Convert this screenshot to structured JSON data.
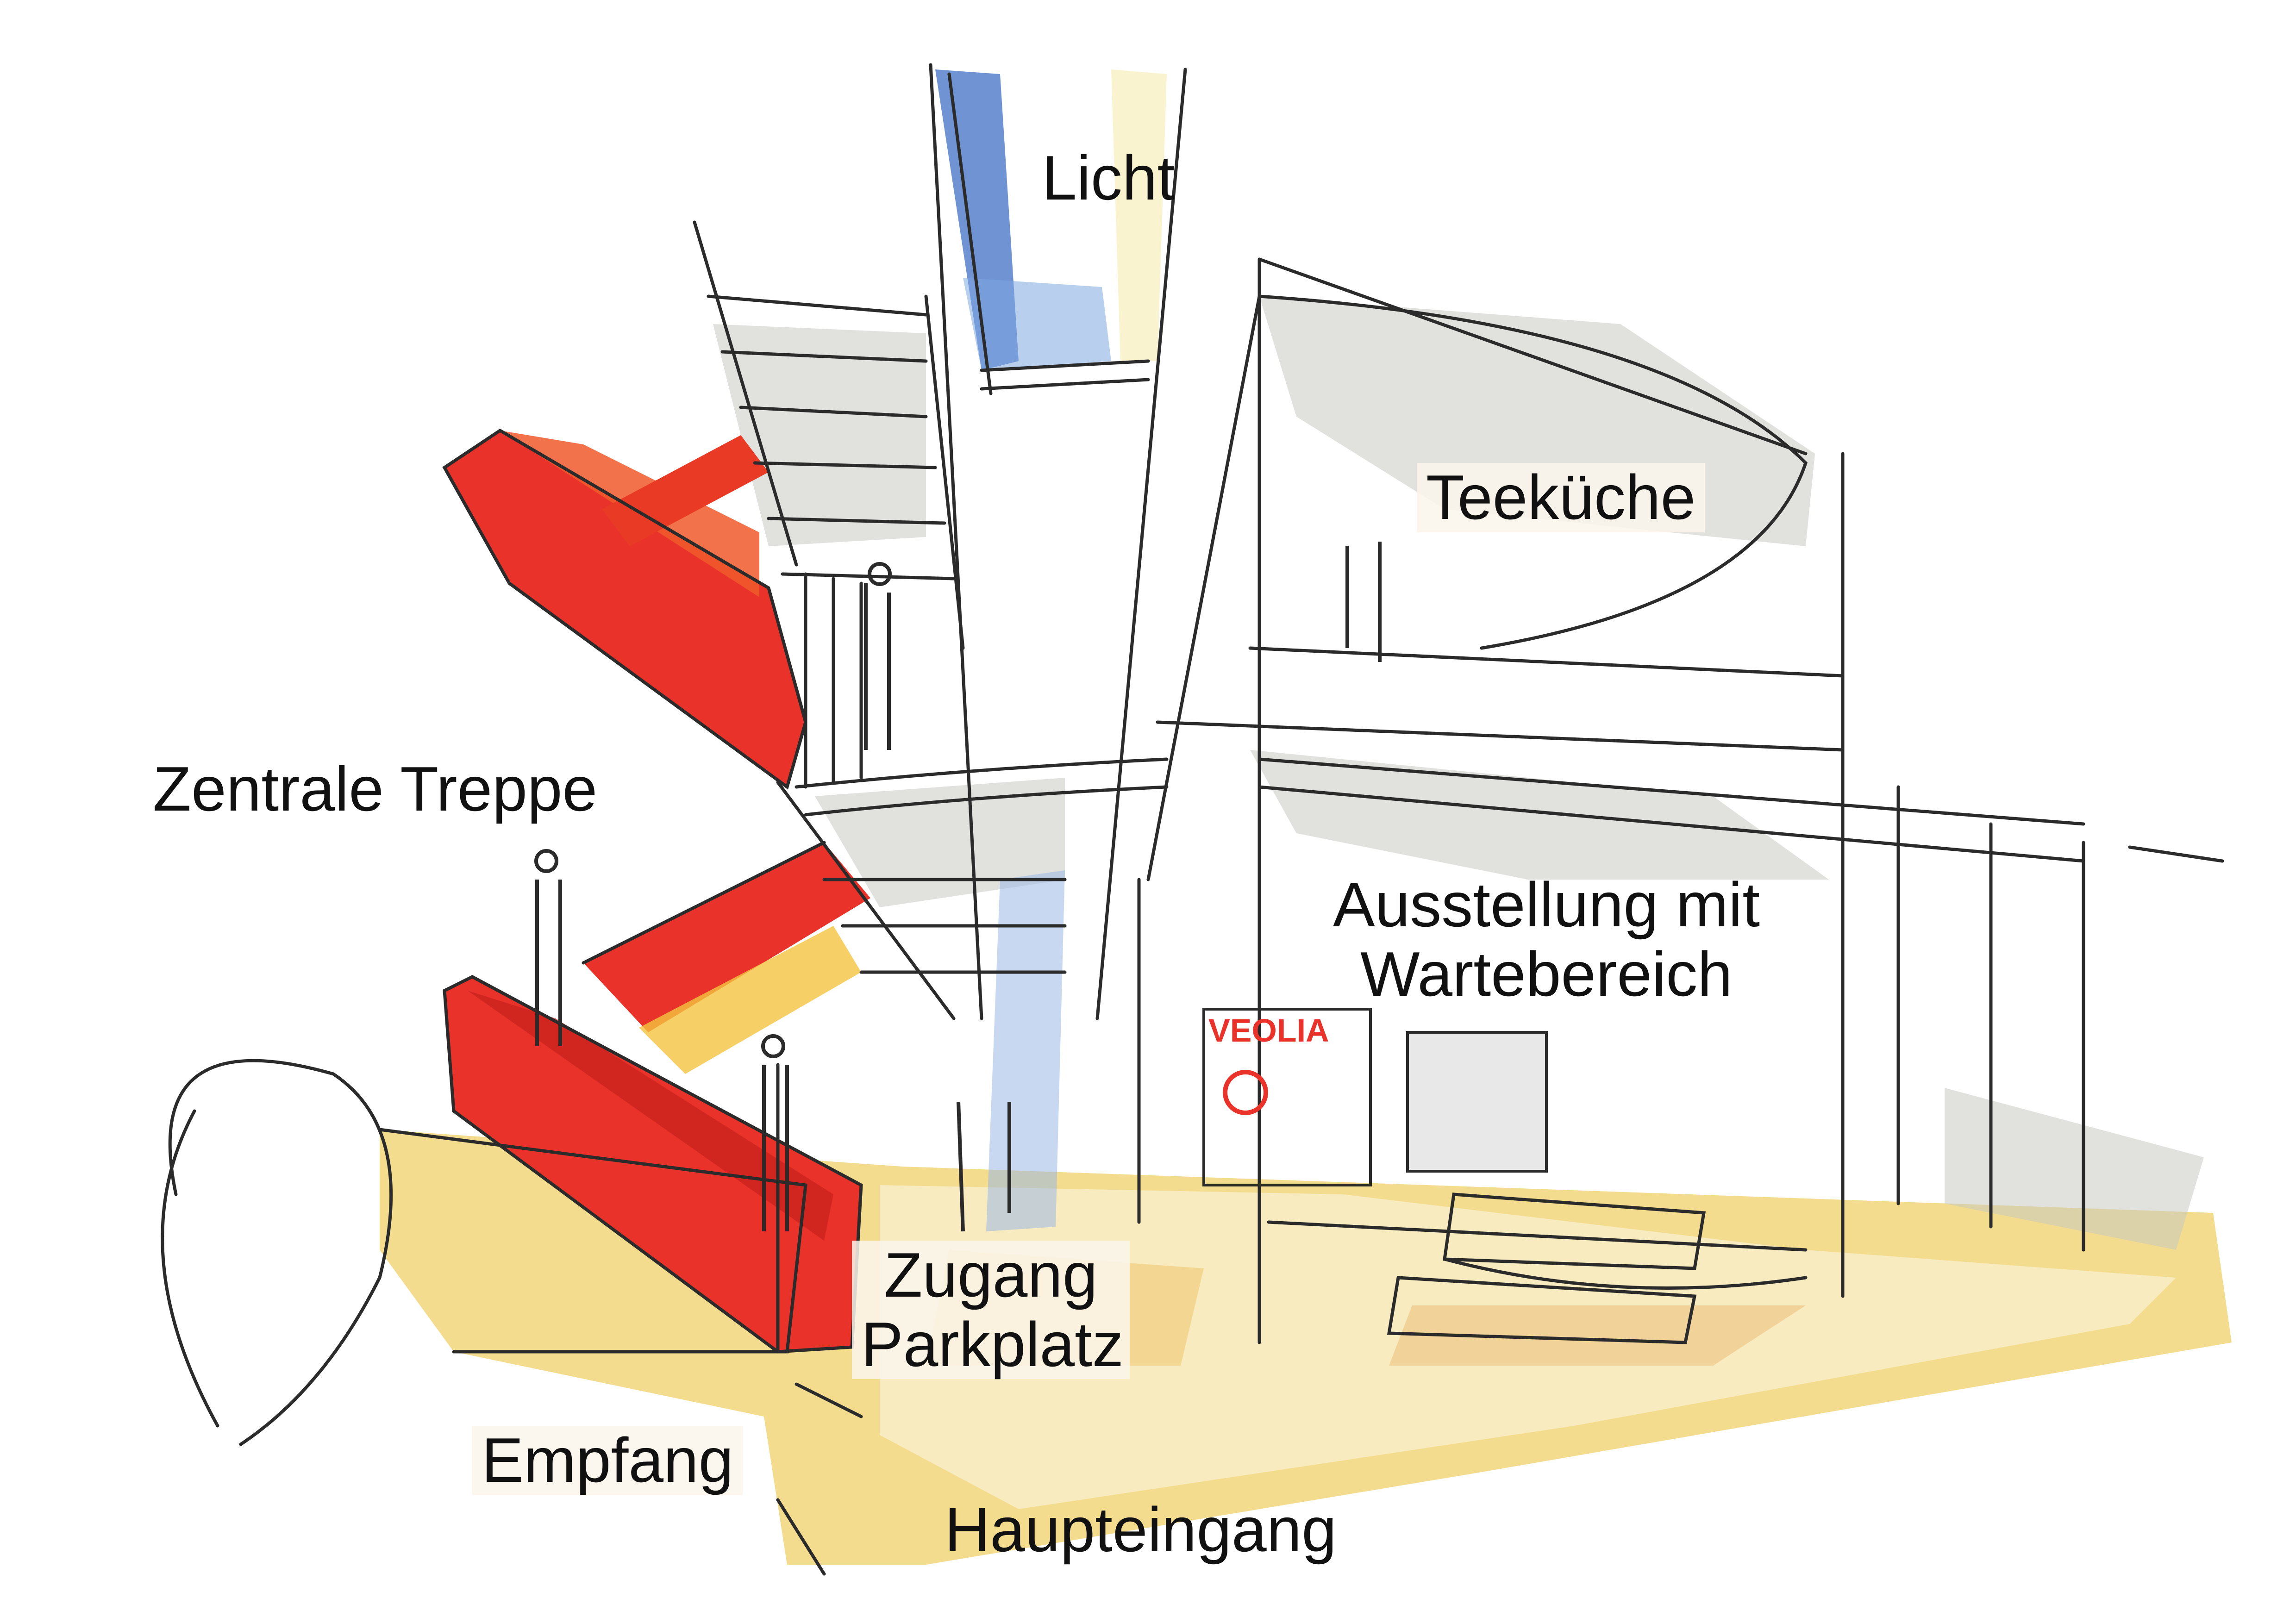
{
  "labels": {
    "licht": "Licht",
    "teekueche": "Teeküche",
    "zentrale_treppe": "Zentrale Treppe",
    "ausstellung_line1": "Ausstellung mit",
    "ausstellung_line2": "Wartebereich",
    "zugang_line1": "Zugang",
    "zugang_line2": "Parkplatz",
    "empfang": "Empfang",
    "haupteingang": "Haupteingang",
    "sign_text": "VEOLIA"
  },
  "colors": {
    "stair_red": "#e8322a",
    "stair_dark_red": "#c81f1c",
    "floor_yellow": "#f2d67a",
    "floor_light": "#f7e8b4",
    "ink": "#2b2b2b",
    "skylight_blue": "#3f6fc4",
    "wash_grey": "#c9cac3"
  }
}
